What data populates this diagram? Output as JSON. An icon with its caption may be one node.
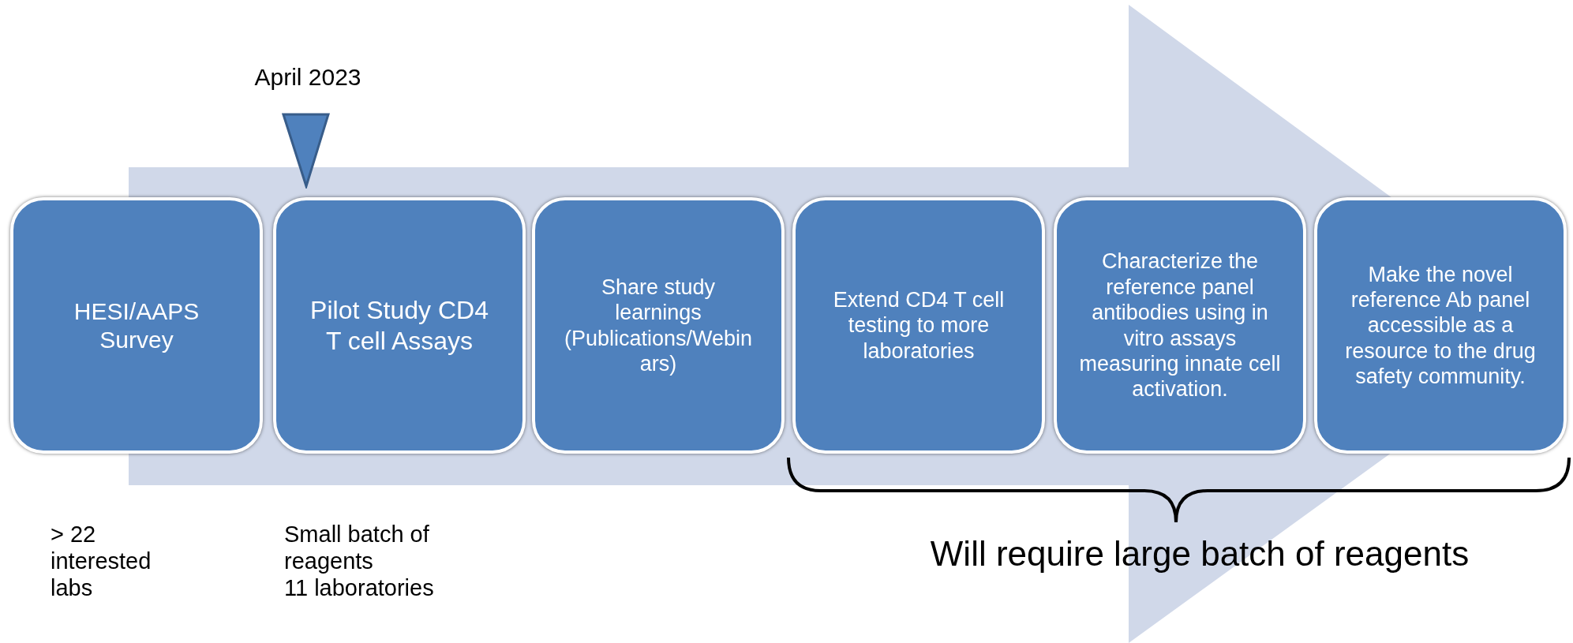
{
  "diagram": {
    "nodes": [
      {
        "text": [
          "HESI/AAPS Survey"
        ],
        "beside": [
          "> 22 interested labs"
        ]
      },
      {
        "text": [
          "Pilot Study CD4 T cell Assays"
        ],
        "beside": [
          "Small batch of reagents",
          "11 laboratories"
        ]
      },
      {
        "text": [
          "Share study learnings (Publications/Webinars)"
        ]
      },
      {
        "text": [
          "Extend CD4 T cell testing to more laboratories"
        ]
      },
      {
        "text": [
          "Characterize the reference panel antibodies using in vitro assays measuring innate cell activation."
        ]
      },
      {
        "text": [
          "Make the novel reference Ab panel accessible as a resource to the drug safety community."
        ]
      },
      {
        "text": [],
        "shape": "triangle",
        "beside": [
          "April 2023"
        ]
      }
    ],
    "edges": [
      {
        "from": 0,
        "to": 5,
        "arrow": "to"
      }
    ],
    "labels": [
      "Will require large batch of reagents"
    ]
  }
}
